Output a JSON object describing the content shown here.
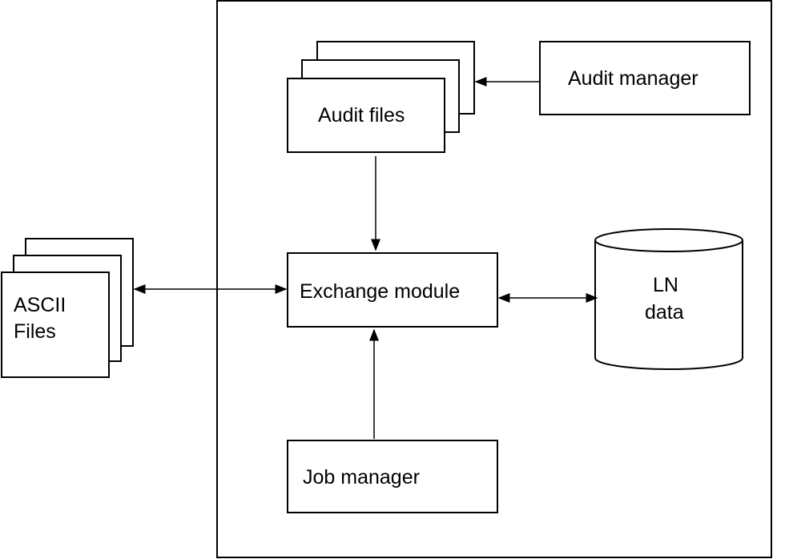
{
  "nodes": {
    "audit_files": "Audit files",
    "audit_manager": "Audit manager",
    "exchange_module": "Exchange module",
    "ln_data": [
      "LN",
      "data"
    ],
    "ascii_files": [
      "ASCII",
      "Files"
    ],
    "job_manager": "Job manager"
  }
}
